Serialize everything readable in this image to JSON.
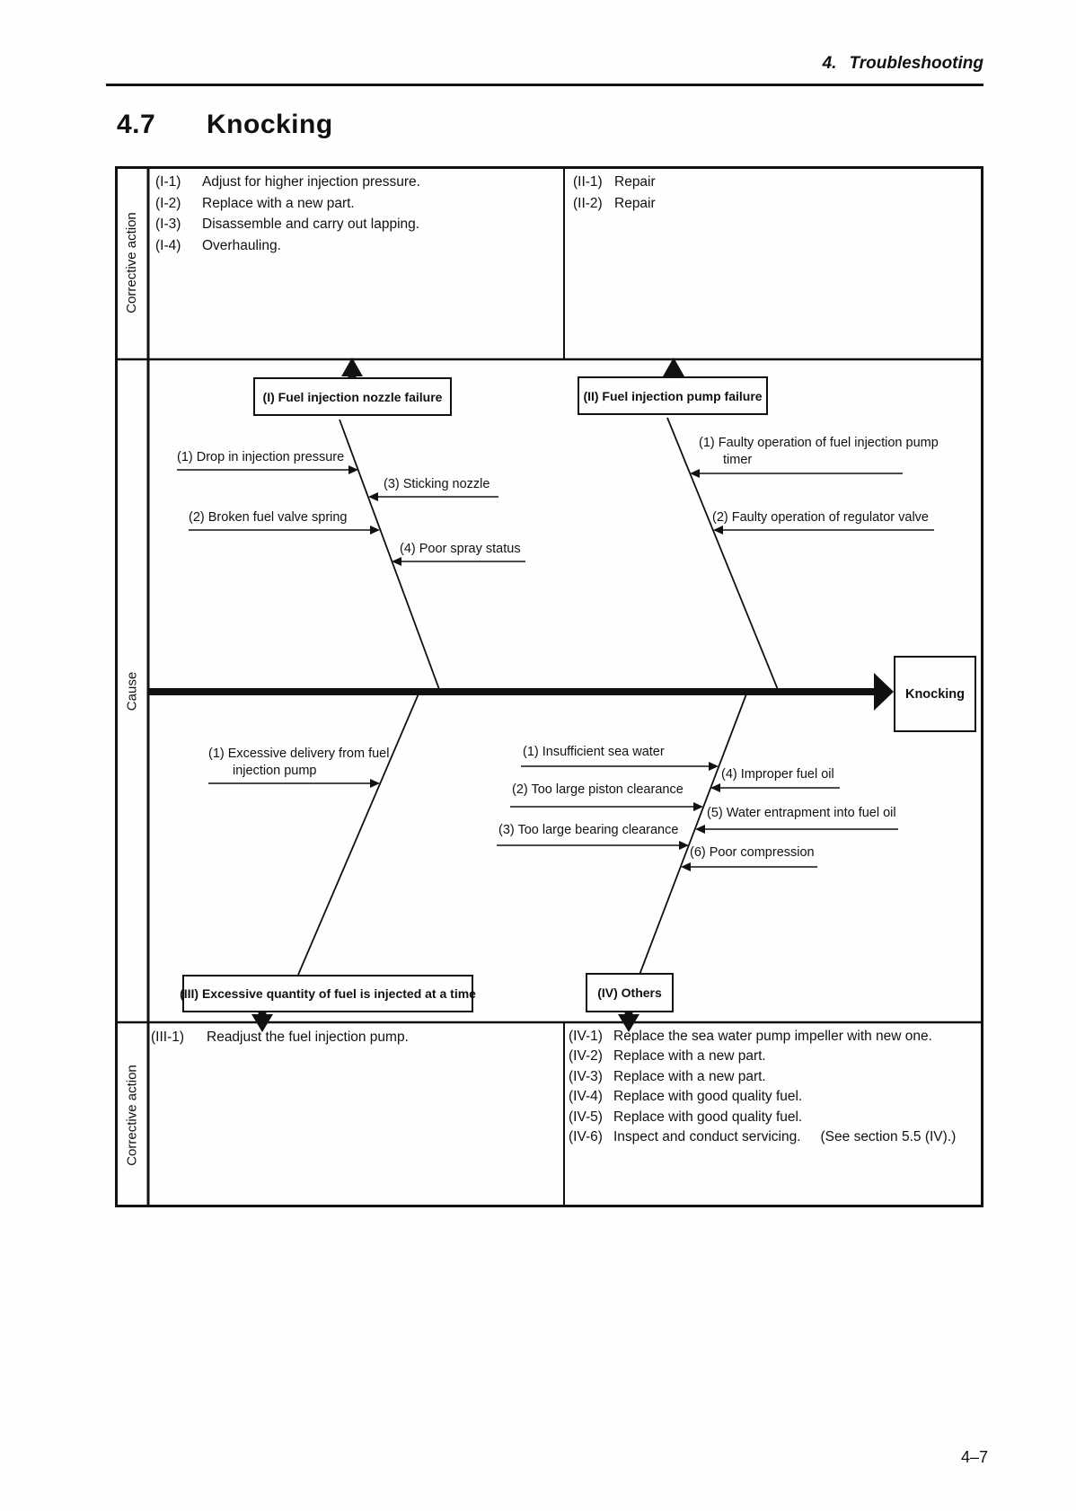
{
  "header": {
    "chapter_number": "4.",
    "chapter_title": "Troubleshooting"
  },
  "title": {
    "number": "4.7",
    "text": "Knocking"
  },
  "page_number": "4–7",
  "ink_color": "#111111",
  "paper_color": "#fefefe",
  "sections": {
    "top_label": "Corrective action",
    "middle_label": "Cause",
    "bottom_label": "Corrective action"
  },
  "effect": "Knocking",
  "branch_boxes": {
    "b1": "(I)  Fuel injection nozzle failure",
    "b2": "(II) Fuel injection pump failure",
    "b3": "(III)  Excessive quantity of fuel is injected at a time",
    "b4": "(IV)  Others"
  },
  "causes": {
    "b1": [
      "(1) Drop in injection pressure",
      "(2) Broken fuel valve spring",
      "(3) Sticking nozzle",
      "(4) Poor spray status"
    ],
    "b2": [
      "(1) Faulty operation of fuel injection pump timer",
      "(2) Faulty operation of regulator valve"
    ],
    "b3": [
      "(1) Excessive delivery from fuel injection pump"
    ],
    "b4": [
      "(1) Insufficient sea water",
      "(2) Too large piston clearance",
      "(3) Too large bearing clearance",
      "(4) Improper fuel oil",
      "(5) Water entrapment into fuel oil",
      "(6) Poor compression"
    ]
  },
  "actions": {
    "I": [
      {
        "id": "(I-1)",
        "text": "Adjust for higher injection pressure."
      },
      {
        "id": "(I-2)",
        "text": "Replace with a new part."
      },
      {
        "id": "(I-3)",
        "text": "Disassemble and carry out lapping."
      },
      {
        "id": "(I-4)",
        "text": "Overhauling."
      }
    ],
    "II": [
      {
        "id": "(II-1)",
        "text": "Repair"
      },
      {
        "id": "(II-2)",
        "text": "Repair"
      }
    ],
    "III": [
      {
        "id": "(III-1)",
        "text": "Readjust the fuel injection pump."
      }
    ],
    "IV": [
      {
        "id": "(IV-1)",
        "text": "Replace the sea water pump impeller with new one."
      },
      {
        "id": "(IV-2)",
        "text": "Replace with a new part."
      },
      {
        "id": "(IV-3)",
        "text": "Replace with a new part."
      },
      {
        "id": "(IV-4)",
        "text": "Replace with good quality fuel."
      },
      {
        "id": "(IV-5)",
        "text": "Replace with good quality fuel."
      },
      {
        "id": "(IV-6)",
        "text": "Inspect and conduct servicing.",
        "note": "(See section 5.5 (IV).)"
      }
    ]
  }
}
